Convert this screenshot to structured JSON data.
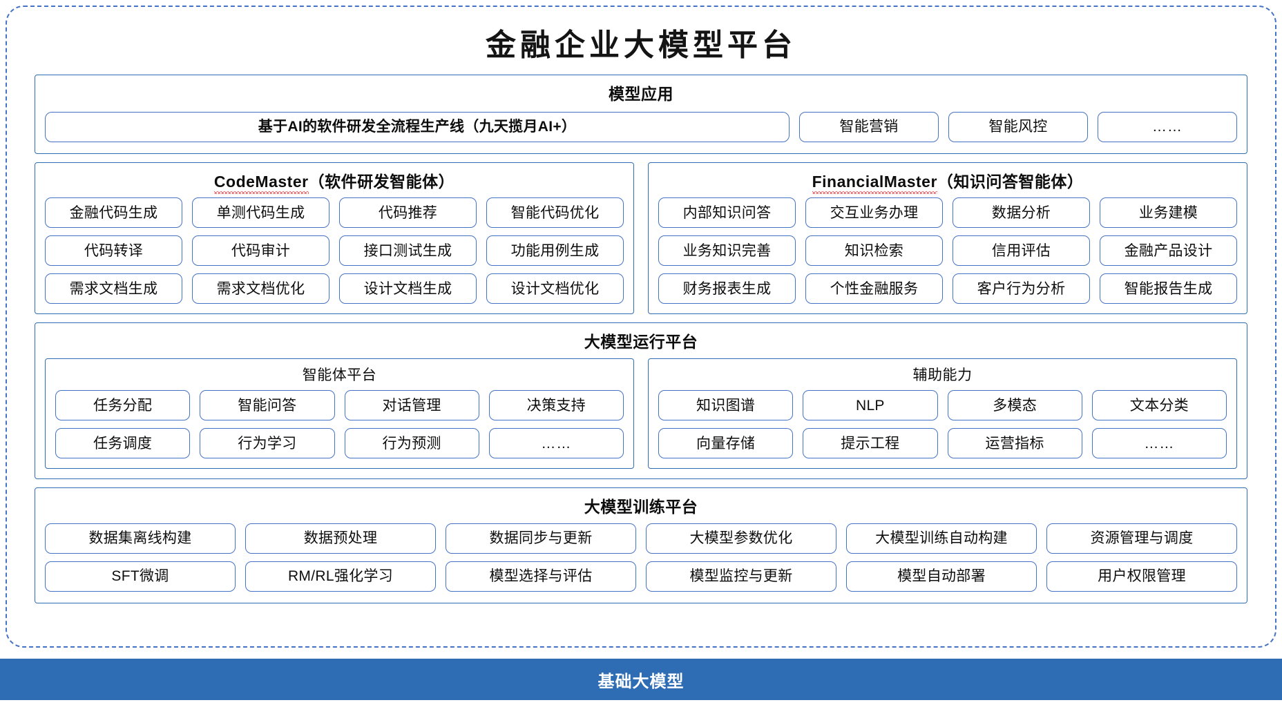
{
  "title": "金融企业大模型平台",
  "colors": {
    "accent": "#2E6DB4",
    "pill_border": "#4472C4",
    "frame_dashed": "#4472C4",
    "spellcheck": "#E8262A",
    "base_bar_bg": "#2E6DB4",
    "base_bar_text": "#FFFFFF"
  },
  "applications": {
    "title": "模型应用",
    "items": [
      "基于AI的软件研发全流程生产线（九天揽月AI+）",
      "智能营销",
      "智能风控",
      "……"
    ]
  },
  "agents": [
    {
      "name": "CodeMaster",
      "subtitle": "（软件研发智能体）",
      "items": [
        "金融代码生成",
        "单测代码生成",
        "代码推荐",
        "智能代码优化",
        "代码转译",
        "代码审计",
        "接口测试生成",
        "功能用例生成",
        "需求文档生成",
        "需求文档优化",
        "设计文档生成",
        "设计文档优化"
      ]
    },
    {
      "name": "FinancialMaster",
      "subtitle": "（知识问答智能体）",
      "items": [
        "内部知识问答",
        "交互业务办理",
        "数据分析",
        "业务建模",
        "业务知识完善",
        "知识检索",
        "信用评估",
        "金融产品设计",
        "财务报表生成",
        "个性金融服务",
        "客户行为分析",
        "智能报告生成"
      ]
    }
  ],
  "runtime": {
    "title": "大模型运行平台",
    "groups": [
      {
        "title": "智能体平台",
        "items": [
          "任务分配",
          "智能问答",
          "对话管理",
          "决策支持",
          "任务调度",
          "行为学习",
          "行为预测",
          "……"
        ]
      },
      {
        "title": "辅助能力",
        "items": [
          "知识图谱",
          "NLP",
          "多模态",
          "文本分类",
          "向量存储",
          "提示工程",
          "运营指标",
          "……"
        ]
      }
    ]
  },
  "training": {
    "title": "大模型训练平台",
    "items": [
      "数据集离线构建",
      "数据预处理",
      "数据同步与更新",
      "大模型参数优化",
      "大模型训练自动构建",
      "资源管理与调度",
      "SFT微调",
      "RM/RL强化学习",
      "模型选择与评估",
      "模型监控与更新",
      "模型自动部署",
      "用户权限管理"
    ]
  },
  "base": {
    "label": "基础大模型"
  }
}
